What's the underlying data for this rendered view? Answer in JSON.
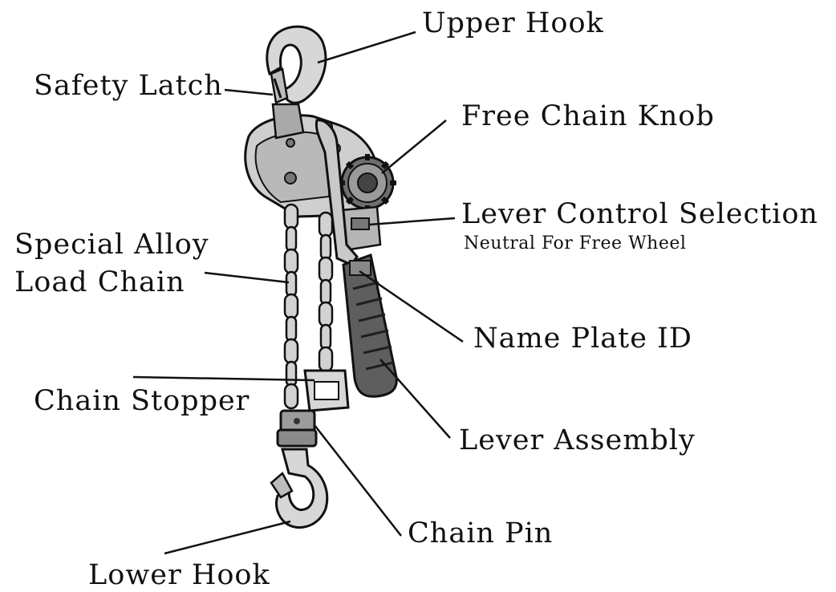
{
  "labels": {
    "upper_hook": "Upper Hook",
    "safety_latch": "Safety Latch",
    "free_chain_knob": "Free Chain Knob",
    "lever_control_selection": "Lever Control Selection",
    "lever_control_note": "Neutral For Free Wheel",
    "special_alloy": "Special Alloy",
    "load_chain": "Load Chain",
    "name_plate_id": "Name Plate ID",
    "chain_stopper": "Chain Stopper",
    "lever_assembly": "Lever Assembly",
    "chain_pin": "Chain Pin",
    "lower_hook": "Lower Hook"
  },
  "colors": {
    "ink": "#111111",
    "metal_fill": "#d7d7d7",
    "metal_dark": "#8a8a8a",
    "background": "#ffffff"
  }
}
